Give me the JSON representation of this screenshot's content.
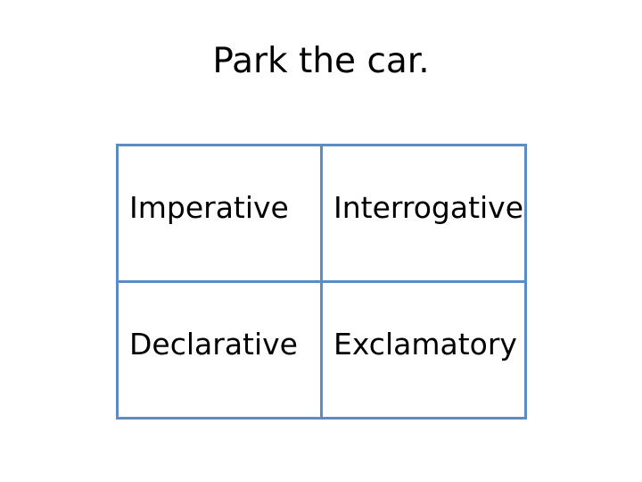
{
  "slide": {
    "title": "Park the car.",
    "background_color": "#ffffff",
    "text_color": "#000000"
  },
  "table": {
    "border_color": "#5b8cc4",
    "rows": [
      {
        "cells": [
          {
            "label": "Imperative"
          },
          {
            "label": "Interrogative"
          }
        ]
      },
      {
        "cells": [
          {
            "label": "Declarative"
          },
          {
            "label": "Exclamatory"
          }
        ]
      }
    ]
  }
}
